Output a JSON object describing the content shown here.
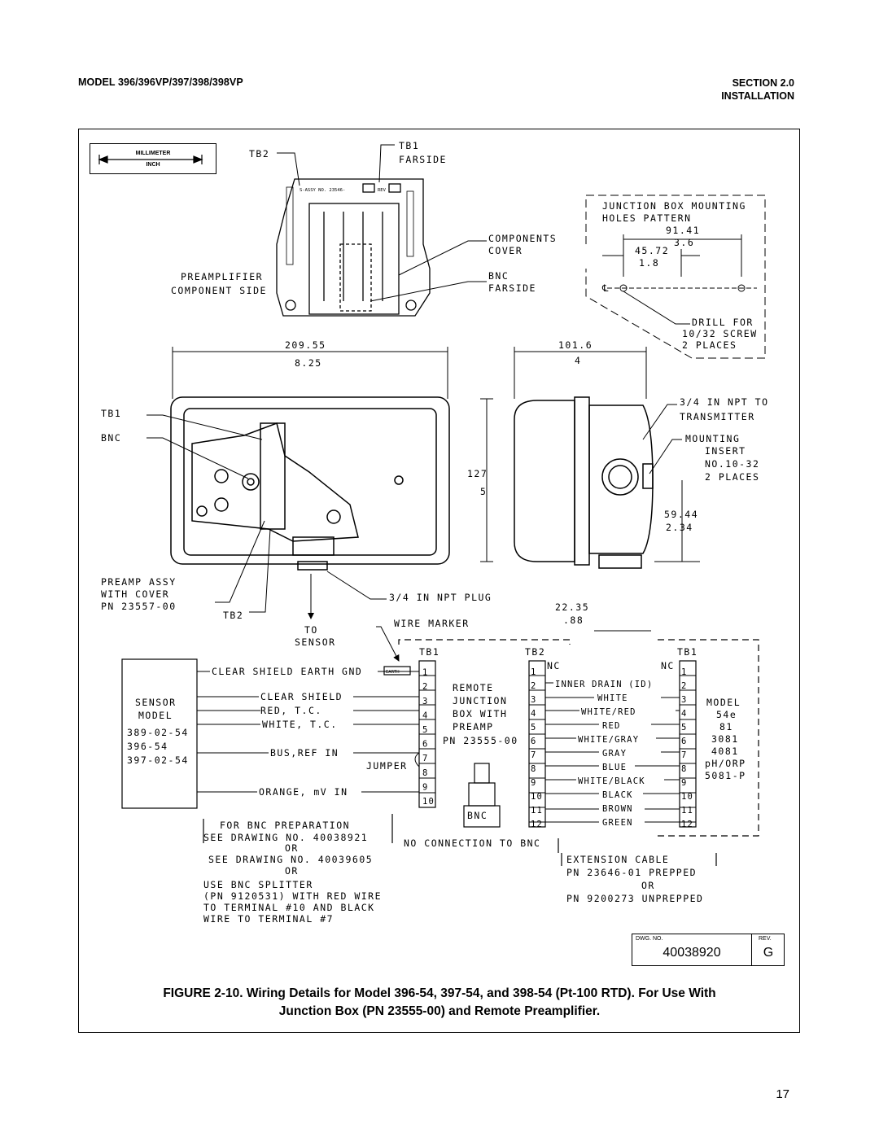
{
  "header": {
    "model": "MODEL 396/396VP/397/398/398VP",
    "section": "SECTION 2.0",
    "section_title": "INSTALLATION"
  },
  "scale": {
    "top": "MILLIMETER",
    "bottom": "INCH"
  },
  "top_view": {
    "tb2": "TB2",
    "tb1": "TB1",
    "farside": "FARSIDE",
    "components": "COMPONENTS",
    "cover": "COVER",
    "bnc": "BNC",
    "bnc_farside": "FARSIDE",
    "preamp_line1": "PREAMPLIFIER",
    "preamp_line2": "COMPONENT SIDE",
    "assy_no": "S-ASSY NO. 23546-",
    "rev": "REV"
  },
  "mounting": {
    "line1": "JUNCTION BOX MOUNTING",
    "line2": "HOLES PATTERN",
    "d1_mm": "91.41",
    "d1_in": "3.6",
    "d2_mm": "45.72",
    "d2_in": "1.8",
    "drill1": "DRILL FOR",
    "drill2": "10/32 SCREW",
    "drill3": "2 PLACES"
  },
  "dims": {
    "width_mm": "209.55",
    "width_in": "8.25",
    "depth_mm": "101.6",
    "depth_in": "4",
    "height_mm": "127",
    "height_in": "5",
    "offset_mm": "59.44",
    "offset_in": "2.34",
    "foot_mm": "22.35",
    "foot_in": ".88"
  },
  "front_view": {
    "tb1": "TB1",
    "bnc": "BNC",
    "preamp1": "PREAMP ASSY",
    "preamp2": "WITH COVER",
    "preamp3": "PN 23557-00",
    "tb2": "TB2",
    "to": "TO",
    "sensor": "SENSOR",
    "npt_plug": "3/4 IN NPT PLUG",
    "npt_to1": "3/4 IN NPT TO",
    "npt_to2": "TRANSMITTER",
    "insert1": "MOUNTING",
    "insert2": "INSERT",
    "insert3": "NO.10-32",
    "insert4": "2 PLACES",
    "wire_marker": "WIRE MARKER"
  },
  "wiring": {
    "sensor_title1": "SENSOR",
    "sensor_title2": "MODEL",
    "sensor_models": [
      "389-02-54",
      "396-54",
      "397-02-54"
    ],
    "tb1_label": "TB1",
    "tb2_label": "TB2",
    "tb1_right": "TB1",
    "earth": "EARTH",
    "left_wires": [
      {
        "term": 1,
        "label": "CLEAR SHIELD EARTH GND"
      },
      {
        "term": 3,
        "label": "CLEAR SHIELD"
      },
      {
        "term": 4,
        "label": "RED, T.C."
      },
      {
        "term": 5,
        "label": "WHITE, T.C."
      },
      {
        "term": 6,
        "label": "BUS,REF IN"
      },
      {
        "term": 8,
        "label": "JUMPER"
      },
      {
        "term": 10,
        "label": "ORANGE, mV IN"
      }
    ],
    "remote_box": [
      "REMOTE",
      "JUNCTION",
      "BOX WITH",
      "PREAMP",
      "PN 23555-00"
    ],
    "bnc": "BNC",
    "nc": "NC",
    "right_wires": [
      {
        "term": 2,
        "label": "INNER DRAIN (ID)"
      },
      {
        "term": 3,
        "label": "WHITE"
      },
      {
        "term": 4,
        "label": "WHITE/RED"
      },
      {
        "term": 5,
        "label": "RED"
      },
      {
        "term": 6,
        "label": "WHITE/GRAY"
      },
      {
        "term": 7,
        "label": "GRAY"
      },
      {
        "term": 8,
        "label": "BLUE"
      },
      {
        "term": 9,
        "label": "WHITE/BLACK"
      },
      {
        "term": 10,
        "label": "BLACK"
      },
      {
        "term": 11,
        "label": "BROWN"
      },
      {
        "term": 12,
        "label": "GREEN"
      }
    ],
    "model_title1": "MODEL",
    "model_list": [
      "54e",
      "81",
      "3081",
      "4081",
      "pH/ORP",
      "5081-P"
    ],
    "bnc_prep": [
      "FOR BNC PREPARATION",
      "SEE DRAWING NO. 40038921",
      "OR",
      "SEE DRAWING NO. 40039605",
      "OR",
      "USE BNC SPLITTER",
      "(PN 9120531) WITH RED WIRE",
      "TO TERMINAL #10 AND BLACK",
      "WIRE TO TERMINAL #7"
    ],
    "no_connection": "NO CONNECTION TO BNC",
    "ext_cable": [
      "EXTENSION CABLE",
      "PN 23646-01 PREPPED",
      "OR",
      "PN 9200273 UNPREPPED"
    ]
  },
  "drawing_block": {
    "dwg_no_label": "DWG. NO.",
    "rev_label": "REV.",
    "dwg_no": "40038920",
    "rev": "G"
  },
  "caption": {
    "line1": "FIGURE 2-10. Wiring Details for Model 396-54, 397-54, and 398-54 (Pt-100 RTD). For Use With",
    "line2": "Junction Box (PN 23555-00) and Remote Preamplifier."
  },
  "page_number": "17"
}
